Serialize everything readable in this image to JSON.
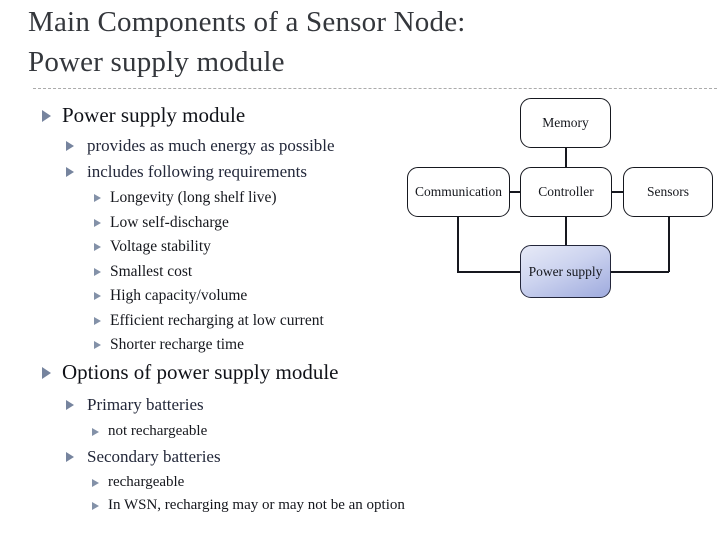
{
  "title": {
    "line1": "Main Components of a Sensor Node:",
    "line2": "Power supply module"
  },
  "bullets": {
    "section1": {
      "heading": "Power supply module",
      "sub": [
        "provides as much energy as possible",
        "includes following requirements"
      ],
      "requirements": [
        "Longevity (long shelf live)",
        "Low self-discharge",
        "Voltage stability",
        "Smallest cost",
        "High capacity/volume",
        "Efficient recharging at low current",
        "Shorter recharge time"
      ]
    },
    "section2": {
      "heading": "Options of power supply module",
      "primary_label": "Primary batteries",
      "primary_notes": [
        "not rechargeable"
      ],
      "secondary_label": "Secondary batteries",
      "secondary_notes": [
        "rechargeable",
        "In WSN, recharging may or may not be an option"
      ]
    }
  },
  "diagram": {
    "nodes": {
      "memory": "Memory",
      "communication": "Communication",
      "controller": "Controller",
      "sensors": "Sensors",
      "power_supply": "Power supply"
    },
    "colors": {
      "node_border": "#16181f",
      "power_gradient_light": "#e7eaf7",
      "power_gradient_dark": "#9fabde"
    }
  },
  "colors": {
    "bullet_arrow": "#76849e",
    "title_text": "#34373c",
    "body_text": "#14161c",
    "separator": "#ababab"
  }
}
